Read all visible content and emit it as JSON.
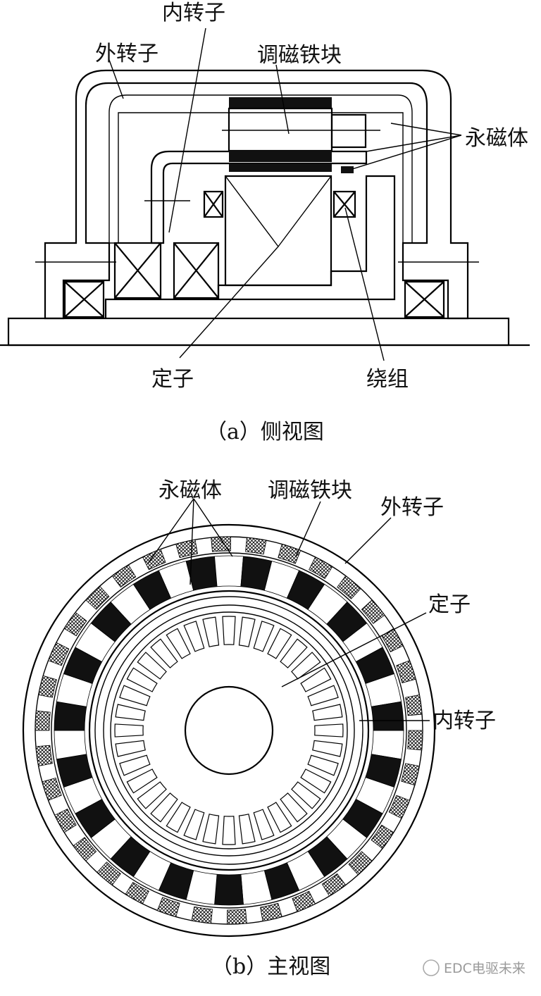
{
  "side_view": {
    "labels": {
      "inner_rotor": "内转子",
      "outer_rotor": "外转子",
      "modulator": "调磁铁块",
      "magnet": "永磁体",
      "stator": "定子",
      "winding": "绕组"
    },
    "caption": "（a）侧视图"
  },
  "front_view": {
    "labels": {
      "magnet": "永磁体",
      "modulator": "调磁铁块",
      "outer_rotor": "外转子",
      "stator": "定子",
      "inner_rotor": "内转子"
    },
    "caption": "（b）主视图"
  },
  "watermark": "EDC电驱未来"
}
